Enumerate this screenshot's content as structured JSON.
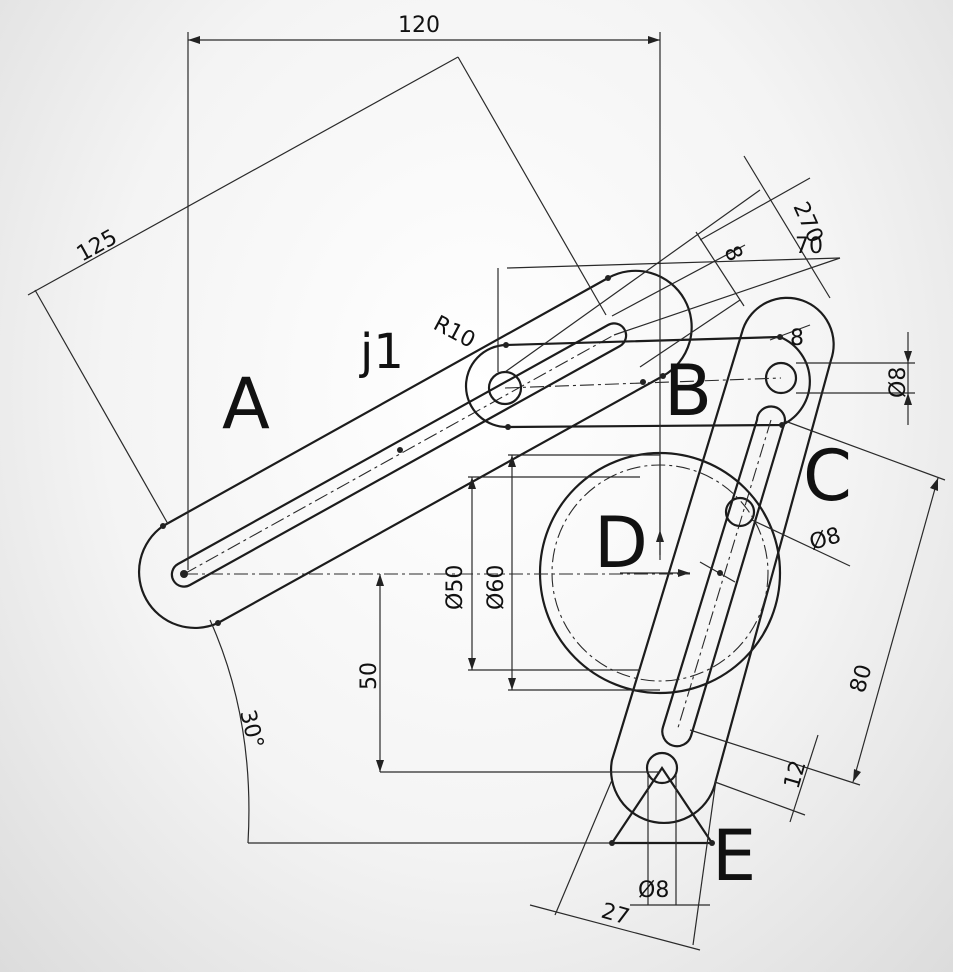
{
  "labels": {
    "part_a": "A",
    "part_b": "B",
    "part_c": "C",
    "part_d": "D",
    "part_e": "E",
    "joint_j1": "j1"
  },
  "dimensions": {
    "width_120": "120",
    "length_125": "125",
    "length_270": "270",
    "length_70": "70",
    "width_8_top": "8",
    "radius_r10": "R10",
    "slot_8_c": "8",
    "dia_8_b": "Ø8",
    "dia_8_c": "Ø8",
    "dia_50": "Ø50",
    "dia_60": "Ø60",
    "height_50": "50",
    "length_80": "80",
    "offset_12": "12",
    "angle_30": "30°",
    "dia_8_e": "Ø8",
    "width_27": "27"
  }
}
